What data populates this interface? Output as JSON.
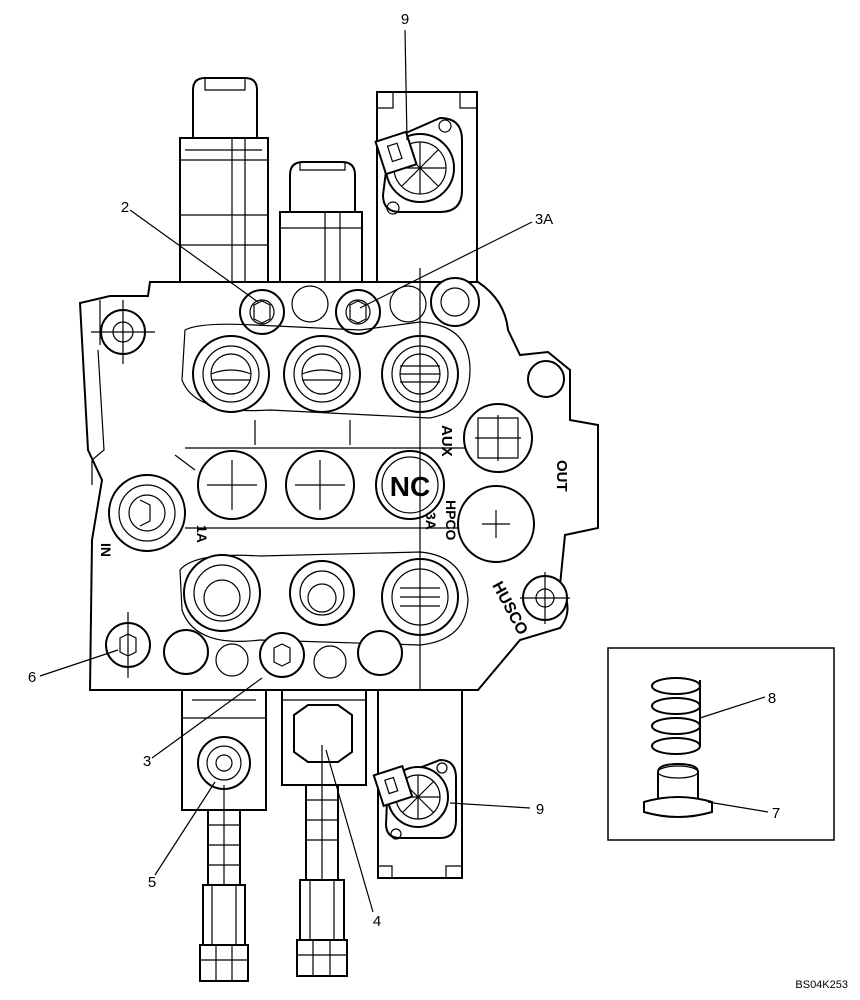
{
  "drawing": {
    "reference_code": "BS04K253",
    "callouts": {
      "c2": "2",
      "c3": "3",
      "c3a": "3A",
      "c4": "4",
      "c5": "5",
      "c6": "6",
      "c7": "7",
      "c8": "8",
      "c9_top": "9",
      "c9_bottom": "9"
    },
    "castings": {
      "nc": "NC",
      "aux": "AUX",
      "out": "OUT",
      "hpco": "HPCO",
      "port_3a": "3A",
      "port_1a": "1A",
      "in": "IN",
      "brand": "HUSCO"
    }
  }
}
